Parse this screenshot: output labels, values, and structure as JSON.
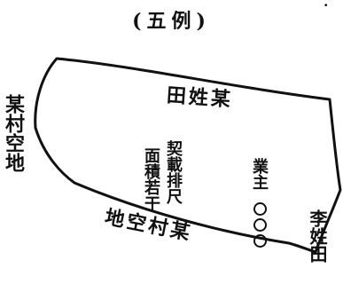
{
  "title": "(五例)",
  "corner_mark": "▪",
  "boundaries": {
    "north": "田姓某",
    "west": "某村空地",
    "south": "地空村某",
    "east": "李姓田"
  },
  "parcel_notes": {
    "area": "面積若干",
    "deed": "契載排尺",
    "owner": "業主",
    "owner_placeholder_count": 3
  },
  "colors": {
    "ink": "#111111",
    "paper": "#ffffff"
  }
}
